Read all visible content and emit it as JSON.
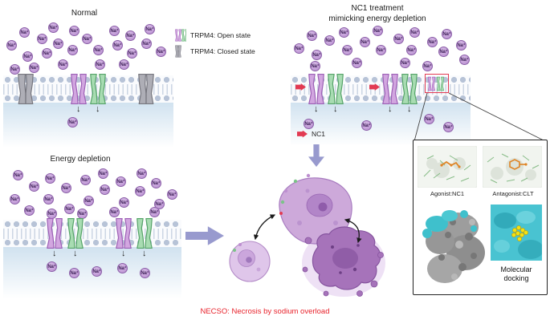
{
  "figure": {
    "caption": "NECSO: Necrosis by sodium overload"
  },
  "panels": {
    "normal": {
      "title": "Normal"
    },
    "nc1": {
      "title_line1": "NC1 treatment",
      "title_line2": "mimicking energy depletion"
    },
    "energy_depletion": {
      "title": "Energy depletion"
    }
  },
  "legend": {
    "trpm4_open": "TRPM4: Open state",
    "trpm4_closed": "TRPM4: Closed state",
    "nc1": "NC1"
  },
  "ion": {
    "label": "Na⁺"
  },
  "icons": {
    "down_arrow": "↓"
  },
  "inset": {
    "agonist_label": "Agonist:NC1",
    "antagonist_label": "Antagonist:CLT",
    "docking_label": "Molecular docking"
  },
  "colors": {
    "ion_fill": "#b78ccf",
    "trpm4_open_purple": "#d2a6e0",
    "trpm4_open_green": "#a8dcb2",
    "trpm4_closed_gray": "#aeaeb6",
    "nc1_red": "#e23a52",
    "arrow_lavender": "#989ace",
    "caption_red": "#e8222b"
  }
}
